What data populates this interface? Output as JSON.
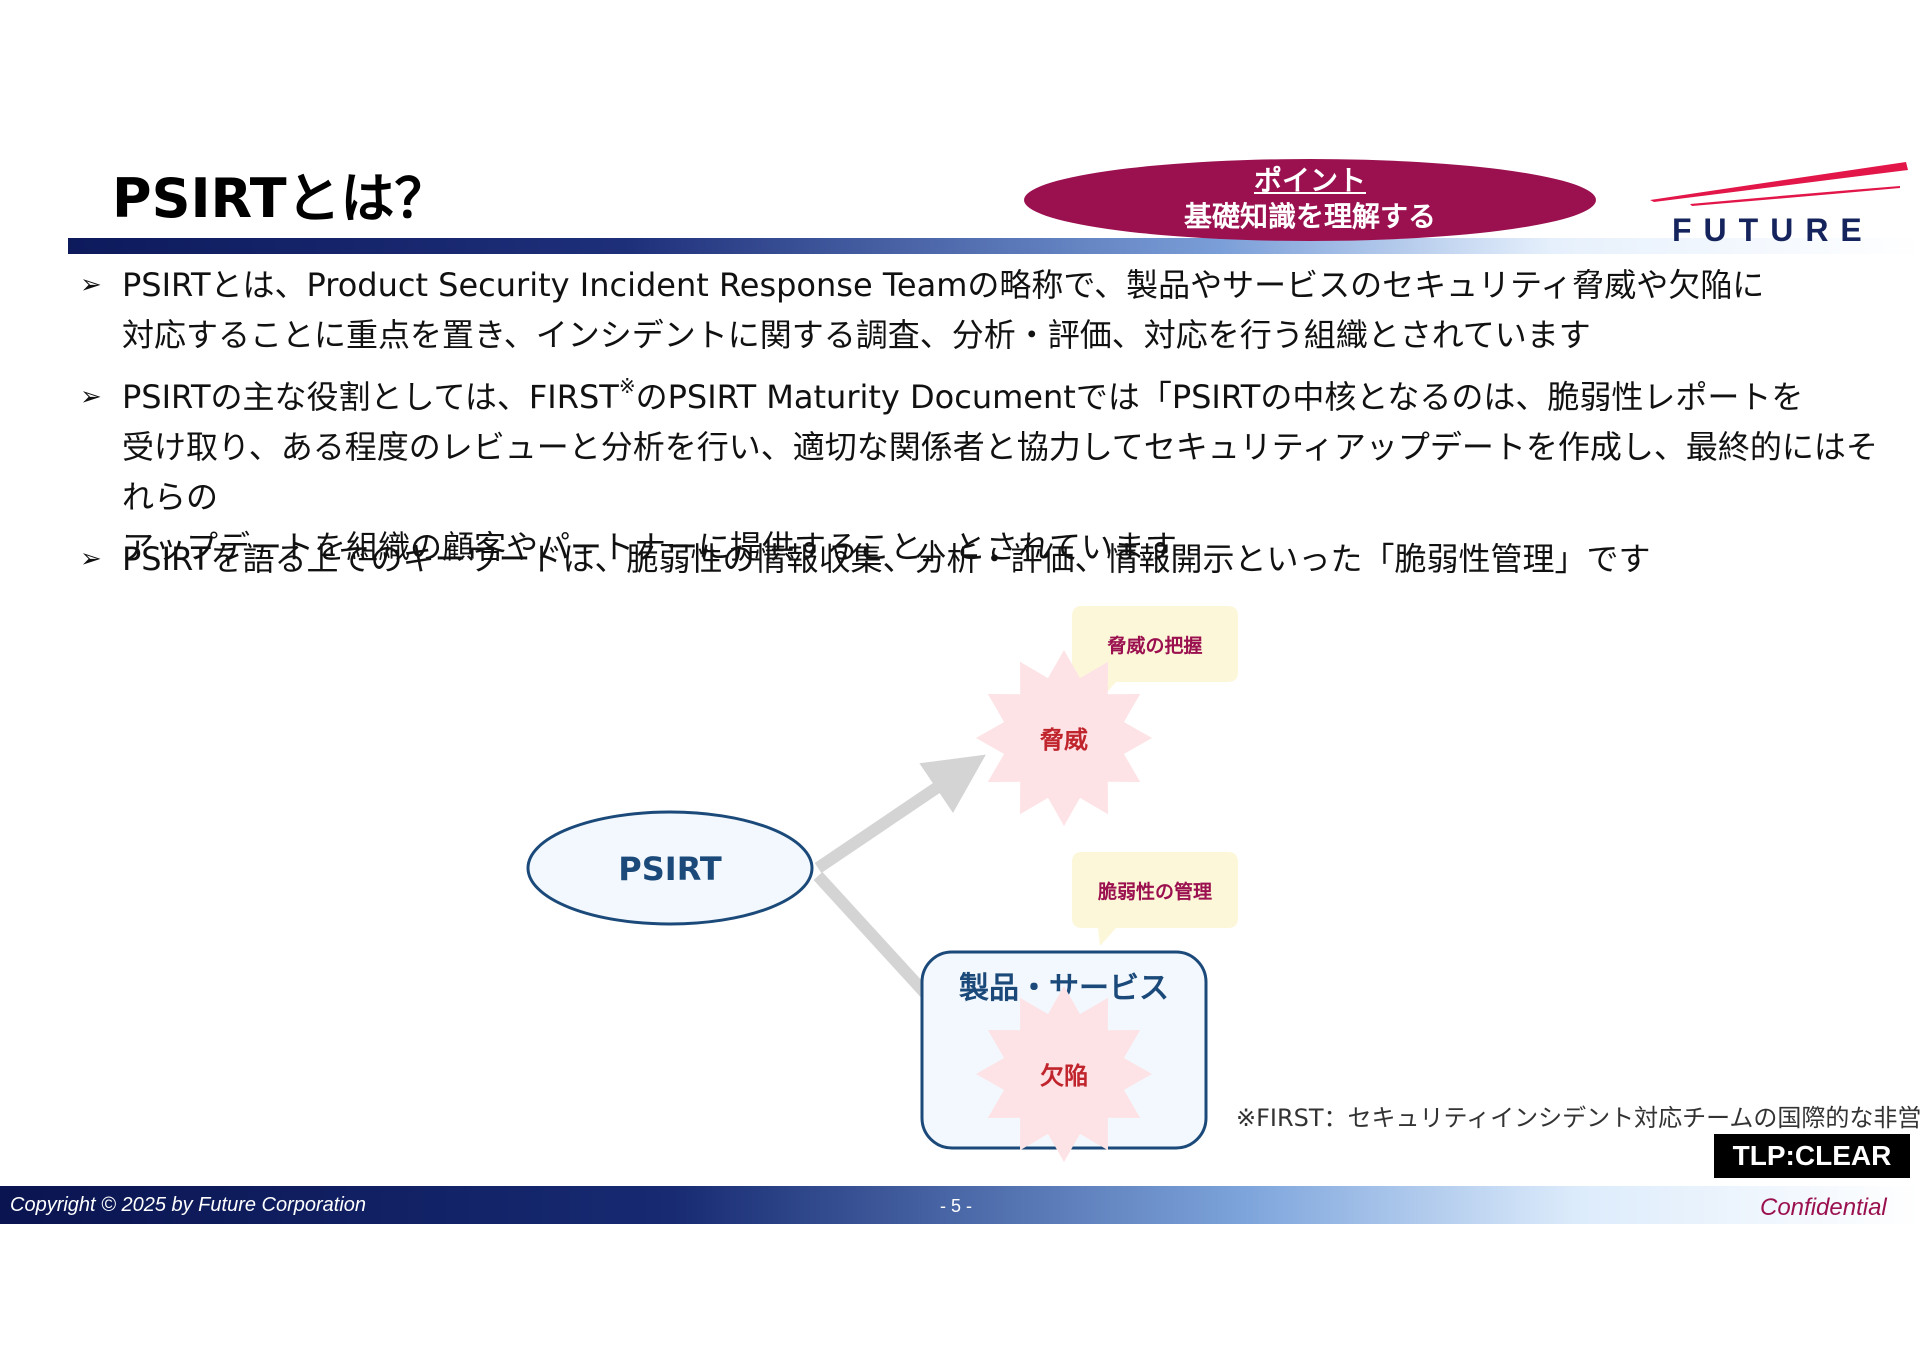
{
  "slide": {
    "title": "PSIRTとは？",
    "point_badge": {
      "label": "ポイント",
      "text": "基礎知識を理解する"
    },
    "logo": "FUTURE"
  },
  "bullets": [
    {
      "marker": "➢",
      "text": "PSIRTとは、Product Security Incident Response Teamの略称で、製品やサービスのセキュリティ脅威や欠陥に\n対応することに重点を置き、インシデントに関する調査、分析・評価、対応を行う組織とされています"
    },
    {
      "marker": "➢",
      "text_before": "PSIRTの主な役割としては、FIRST",
      "superscript": "※",
      "text_after": "のPSIRT Maturity Documentでは「PSIRTの中核となるのは、脆弱性レポートを\n受け取り、ある程度のレビューと分析を行い、適切な関係者と協力してセキュリティアップデートを作成し、最終的にはそれらの\nアップデートを組織の顧客やパートナーに提供すること」とされています"
    },
    {
      "marker": "➢",
      "text": "PSIRTを語る上でのキーワードは、脆弱性の情報収集、分析・評価、情報開示といった「脆弱性管理」です"
    }
  ],
  "diagram": {
    "source_node": "PSIRT",
    "threat_burst": "脅威",
    "threat_callout": "脅威の把握",
    "product_box_label": "製品・サービス",
    "defect_burst": "欠陥",
    "vuln_callout": "脆弱性の管理",
    "colors": {
      "node_stroke": "#1b4a7a",
      "node_fill": "#f2f8fd",
      "burst_fill": "#fde3e6",
      "burst_text": "#c0242c",
      "callout_fill": "#fdf7d9",
      "callout_text": "#9b1150",
      "arrow": "#d4d4d4"
    }
  },
  "footnote": "※FIRST：セキュリティインシデント対応チームの国際的な非営利団体",
  "tlp": "TLP:CLEAR",
  "footer": {
    "copyright": "Copyright © 2025 by Future  Corporation",
    "page": "- 5 -",
    "confidential": "Confidential"
  },
  "colors": {
    "accent": "#9b1150",
    "navy": "#16245e"
  }
}
